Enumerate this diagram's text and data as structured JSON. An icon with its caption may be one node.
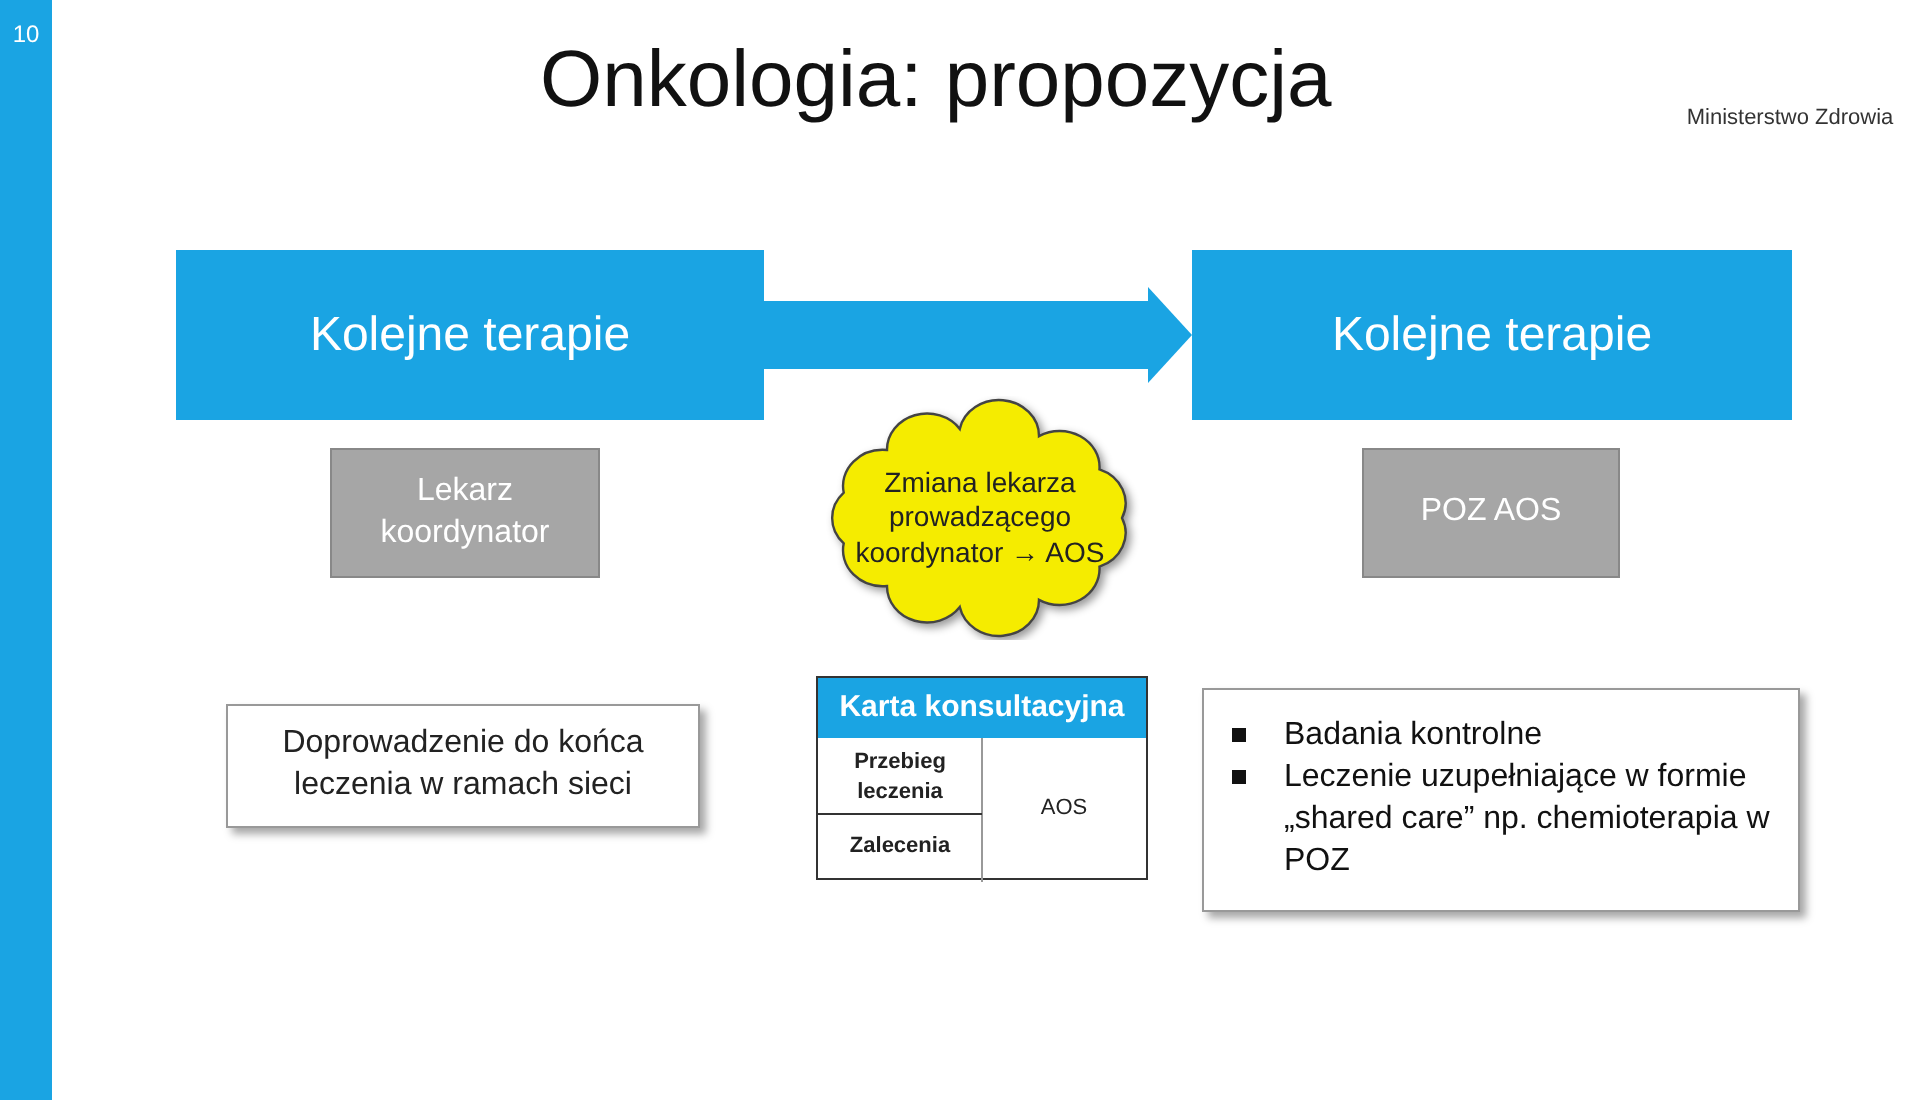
{
  "diagram": {
    "title": "Onkologia: propozycja",
    "nodes": [
      {
        "text": [
          "Kolejne terapie"
        ]
      },
      {
        "text": [
          "Kolejne terapie"
        ]
      },
      {
        "text": [
          "Lekarz koordynator"
        ]
      },
      {
        "text": [
          "Zmiana lekarza prowadzącego koordynator → AOS"
        ]
      },
      {
        "text": [
          "POZ AOS"
        ]
      },
      {
        "text": [
          "Doprowadzenie do końca leczenia w ramach sieci"
        ]
      },
      {
        "text": [
          "Karta konsultacyjna"
        ]
      },
      {
        "text": [
          "Badania kontrolne",
          "Leczenie uzupełniające w formie „shared care” np. chemioterapia w POZ"
        ]
      }
    ],
    "edges": [
      {
        "from": 0,
        "to": 1,
        "arrow": "to"
      }
    ],
    "labels": [
      "10",
      "Ministerstwo Zdrowia",
      "Przebieg leczenia",
      "Zalecenia",
      "AOS"
    ]
  }
}
